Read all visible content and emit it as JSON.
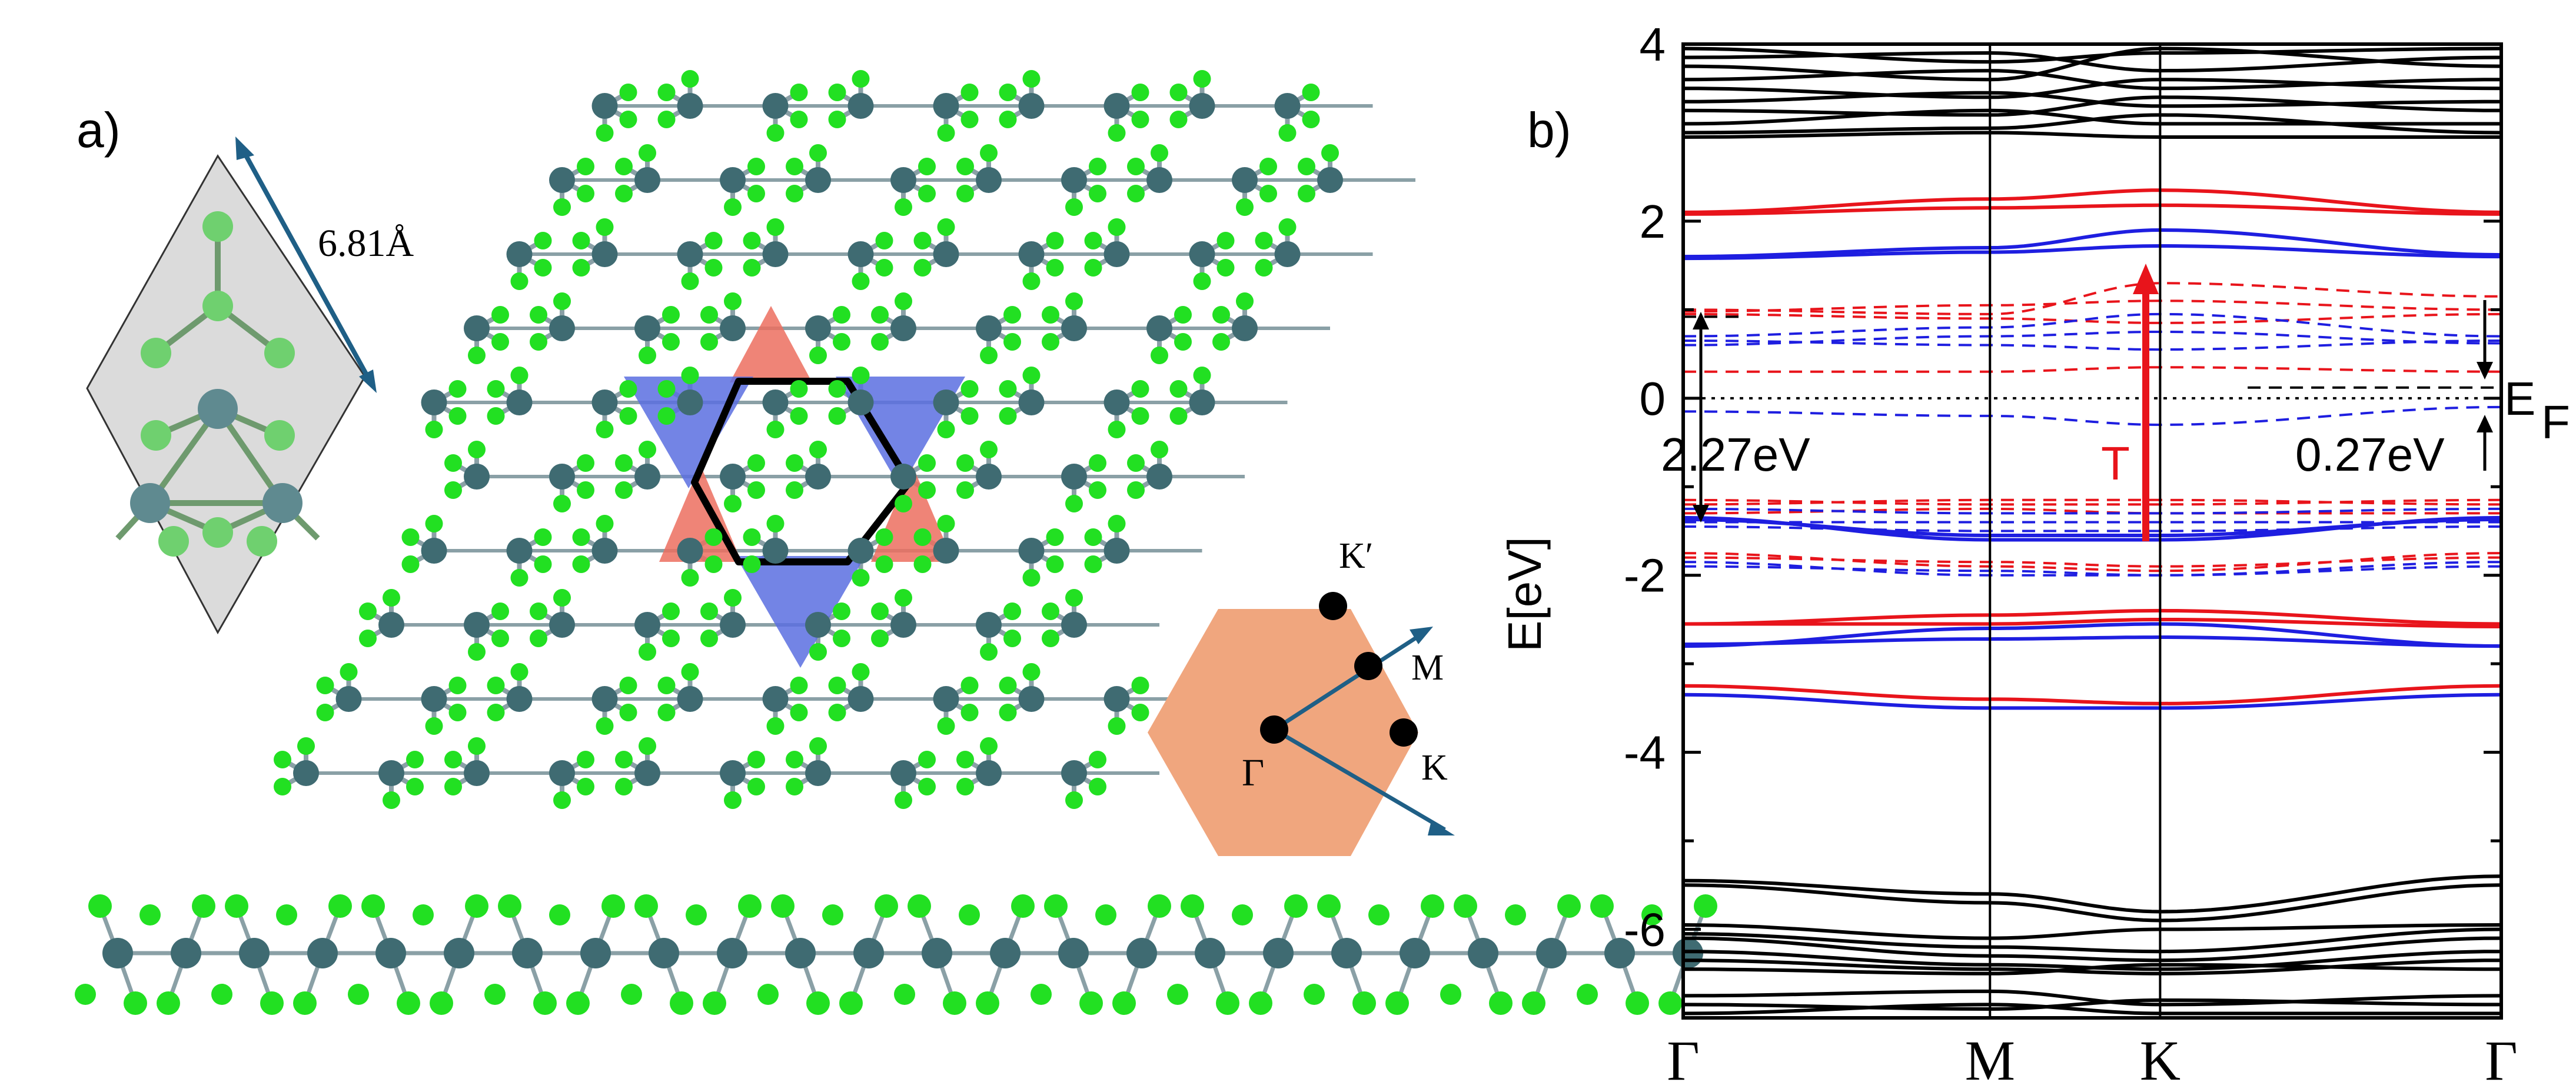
{
  "panel_a": {
    "label": "a)",
    "lattice_constant": "6.81Å",
    "bz_labels": {
      "gamma": "Γ",
      "m": "M",
      "k": "K",
      "k_prime": "K′"
    },
    "colors": {
      "metal_atom": "#3f6b72",
      "halide_atom": "#22e022",
      "bond": "#8aa0a6",
      "triangle_red": "#ec6f5f",
      "triangle_blue": "#5a6fe0",
      "hexagon": "#000000",
      "brillouin_zone": "#f0a67e",
      "lattice_arrow": "#1f5f86",
      "unit_cell": "#c8c8c8"
    }
  },
  "panel_b": {
    "label": "b)",
    "gap_left": "2.27eV",
    "gap_right": "0.27eV",
    "transition_label": "T",
    "fermi_label": "E",
    "fermi_subscript": "F",
    "chart_data": {
      "type": "line",
      "ylabel": "E[eV]",
      "xlabel": "",
      "ylim": [
        -7,
        4
      ],
      "y_ticks": [
        -6,
        -4,
        -2,
        0,
        2,
        4
      ],
      "k_points": [
        {
          "label": "Γ",
          "pos": 0.0
        },
        {
          "label": "M",
          "pos": 0.375
        },
        {
          "label": "K",
          "pos": 0.583
        },
        {
          "label": "Γ",
          "pos": 1.0
        }
      ],
      "fermi_level": 0.0,
      "series": [
        {
          "style": "solid",
          "color": "#e8141b",
          "x": [
            0,
            0.375,
            0.583,
            1
          ],
          "y": [
            2.1,
            2.25,
            2.35,
            2.1
          ]
        },
        {
          "style": "solid",
          "color": "#e8141b",
          "x": [
            0,
            0.375,
            0.583,
            1
          ],
          "y": [
            2.08,
            2.15,
            2.18,
            2.08
          ]
        },
        {
          "style": "solid",
          "color": "#1e1ee0",
          "x": [
            0,
            0.375,
            0.583,
            1
          ],
          "y": [
            1.6,
            1.7,
            1.9,
            1.62
          ]
        },
        {
          "style": "solid",
          "color": "#1e1ee0",
          "x": [
            0,
            0.375,
            0.583,
            1
          ],
          "y": [
            1.58,
            1.65,
            1.72,
            1.6
          ]
        },
        {
          "style": "solid",
          "color": "#e8141b",
          "x": [
            0,
            0.375,
            0.583,
            1
          ],
          "y": [
            -2.55,
            -2.45,
            -2.4,
            -2.55
          ]
        },
        {
          "style": "solid",
          "color": "#e8141b",
          "x": [
            0,
            0.375,
            0.583,
            1
          ],
          "y": [
            -2.55,
            -2.55,
            -2.5,
            -2.58
          ]
        },
        {
          "style": "solid",
          "color": "#1e1ee0",
          "x": [
            0,
            0.375,
            0.583,
            1
          ],
          "y": [
            -2.8,
            -2.6,
            -2.55,
            -2.8
          ]
        },
        {
          "style": "solid",
          "color": "#1e1ee0",
          "x": [
            0,
            0.375,
            0.583,
            1
          ],
          "y": [
            -2.78,
            -2.72,
            -2.7,
            -2.8
          ]
        },
        {
          "style": "solid",
          "color": "#e8141b",
          "x": [
            0,
            0.375,
            0.583,
            1
          ],
          "y": [
            -3.25,
            -3.4,
            -3.45,
            -3.25
          ]
        },
        {
          "style": "solid",
          "color": "#1e1ee0",
          "x": [
            0,
            0.375,
            0.583,
            1
          ],
          "y": [
            -3.35,
            -3.5,
            -3.5,
            -3.35
          ]
        },
        {
          "style": "solid",
          "color": "#1e1ee0",
          "x": [
            0,
            0.375,
            0.583,
            1
          ],
          "y": [
            -1.35,
            -1.6,
            -1.6,
            -1.35
          ]
        },
        {
          "style": "solid",
          "color": "#1e1ee0",
          "x": [
            0,
            0.375,
            0.583,
            1
          ],
          "y": [
            -1.37,
            -1.55,
            -1.55,
            -1.37
          ]
        },
        {
          "style": "dashed",
          "color": "#e8141b",
          "x": [
            0,
            0.375,
            0.583,
            1
          ],
          "y": [
            1.0,
            0.95,
            1.3,
            1.15
          ]
        },
        {
          "style": "dashed",
          "color": "#e8141b",
          "x": [
            0,
            0.375,
            0.583,
            1
          ],
          "y": [
            0.98,
            1.05,
            1.1,
            1.0
          ]
        },
        {
          "style": "dashed",
          "color": "#e8141b",
          "x": [
            0,
            0.375,
            0.583,
            1
          ],
          "y": [
            0.95,
            0.9,
            0.85,
            0.95
          ]
        },
        {
          "style": "dashed",
          "color": "#e8141b",
          "x": [
            0,
            0.375,
            0.583,
            1
          ],
          "y": [
            0.3,
            0.3,
            0.35,
            0.3
          ]
        },
        {
          "style": "dashed",
          "color": "#1e1ee0",
          "x": [
            0,
            0.375,
            0.583,
            1
          ],
          "y": [
            0.7,
            0.8,
            0.95,
            0.7
          ]
        },
        {
          "style": "dashed",
          "color": "#1e1ee0",
          "x": [
            0,
            0.375,
            0.583,
            1
          ],
          "y": [
            0.65,
            0.6,
            0.55,
            0.65
          ]
        },
        {
          "style": "dashed",
          "color": "#1e1ee0",
          "x": [
            0,
            0.375,
            0.583,
            1
          ],
          "y": [
            0.6,
            0.7,
            0.75,
            0.62
          ]
        },
        {
          "style": "dashed",
          "color": "#1e1ee0",
          "x": [
            0,
            0.375,
            0.583,
            1
          ],
          "y": [
            -0.15,
            -0.2,
            -0.3,
            -0.1
          ]
        },
        {
          "style": "dashed",
          "color": "#e8141b",
          "x": [
            0,
            0.375,
            0.583,
            1
          ],
          "y": [
            -1.15,
            -1.2,
            -1.2,
            -1.15
          ]
        },
        {
          "style": "dashed",
          "color": "#e8141b",
          "x": [
            0,
            0.375,
            0.583,
            1
          ],
          "y": [
            -1.2,
            -1.15,
            -1.15,
            -1.2
          ]
        },
        {
          "style": "dashed",
          "color": "#e8141b",
          "x": [
            0,
            0.375,
            0.583,
            1
          ],
          "y": [
            -1.3,
            -1.25,
            -1.3,
            -1.3
          ]
        },
        {
          "style": "dashed",
          "color": "#1e1ee0",
          "x": [
            0,
            0.375,
            0.583,
            1
          ],
          "y": [
            -1.25,
            -1.3,
            -1.3,
            -1.25
          ]
        },
        {
          "style": "dashed",
          "color": "#1e1ee0",
          "x": [
            0,
            0.375,
            0.583,
            1
          ],
          "y": [
            -1.4,
            -1.4,
            -1.4,
            -1.4
          ]
        },
        {
          "style": "dashed",
          "color": "#1e1ee0",
          "x": [
            0,
            0.375,
            0.583,
            1
          ],
          "y": [
            -1.45,
            -1.5,
            -1.5,
            -1.45
          ]
        },
        {
          "style": "dashed",
          "color": "#e8141b",
          "x": [
            0,
            0.375,
            0.583,
            1
          ],
          "y": [
            -1.75,
            -1.9,
            -1.95,
            -1.75
          ]
        },
        {
          "style": "dashed",
          "color": "#e8141b",
          "x": [
            0,
            0.375,
            0.583,
            1
          ],
          "y": [
            -1.8,
            -1.85,
            -1.9,
            -1.8
          ]
        },
        {
          "style": "dashed",
          "color": "#1e1ee0",
          "x": [
            0,
            0.375,
            0.583,
            1
          ],
          "y": [
            -1.85,
            -2.0,
            -2.0,
            -1.85
          ]
        },
        {
          "style": "dashed",
          "color": "#1e1ee0",
          "x": [
            0,
            0.375,
            0.583,
            1
          ],
          "y": [
            -1.9,
            -1.95,
            -2.0,
            -1.9
          ]
        },
        {
          "style": "dashed",
          "color": "#000000",
          "x": [
            0.0,
            0.07
          ],
          "y": [
            0.92,
            0.92
          ]
        },
        {
          "style": "dashed",
          "color": "#000000",
          "x": [
            0.69,
            1.0
          ],
          "y": [
            0.12,
            0.12
          ]
        },
        {
          "style": "solid",
          "color": "#000000",
          "x": [
            0,
            0.375,
            0.583,
            1
          ],
          "y": [
            3.95,
            3.8,
            3.9,
            3.95
          ]
        },
        {
          "style": "solid",
          "color": "#000000",
          "x": [
            0,
            0.375,
            0.583,
            1
          ],
          "y": [
            3.85,
            3.9,
            3.7,
            3.85
          ]
        },
        {
          "style": "solid",
          "color": "#000000",
          "x": [
            0,
            0.375,
            0.583,
            1
          ],
          "y": [
            3.75,
            3.6,
            3.95,
            3.75
          ]
        },
        {
          "style": "solid",
          "color": "#000000",
          "x": [
            0,
            0.375,
            0.583,
            1
          ],
          "y": [
            3.6,
            3.7,
            3.5,
            3.6
          ]
        },
        {
          "style": "solid",
          "color": "#000000",
          "x": [
            0,
            0.375,
            0.583,
            1
          ],
          "y": [
            3.5,
            3.4,
            3.6,
            3.5
          ]
        },
        {
          "style": "solid",
          "color": "#000000",
          "x": [
            0,
            0.375,
            0.583,
            1
          ],
          "y": [
            3.35,
            3.45,
            3.3,
            3.35
          ]
        },
        {
          "style": "solid",
          "color": "#000000",
          "x": [
            0,
            0.375,
            0.583,
            1
          ],
          "y": [
            3.25,
            3.2,
            3.4,
            3.25
          ]
        },
        {
          "style": "solid",
          "color": "#000000",
          "x": [
            0,
            0.375,
            0.583,
            1
          ],
          "y": [
            3.1,
            3.25,
            3.1,
            3.1
          ]
        },
        {
          "style": "solid",
          "color": "#000000",
          "x": [
            0,
            0.375,
            0.583,
            1
          ],
          "y": [
            3.0,
            3.05,
            3.2,
            3.0
          ]
        },
        {
          "style": "solid",
          "color": "#000000",
          "x": [
            0,
            0.375,
            0.583,
            1
          ],
          "y": [
            2.95,
            3.0,
            2.95,
            2.95
          ]
        },
        {
          "style": "solid",
          "color": "#000000",
          "x": [
            0,
            0.375,
            0.583,
            1
          ],
          "y": [
            -5.45,
            -5.6,
            -5.8,
            -5.4
          ]
        },
        {
          "style": "solid",
          "color": "#000000",
          "x": [
            0,
            0.375,
            0.583,
            1
          ],
          "y": [
            -5.5,
            -5.7,
            -5.9,
            -5.5
          ]
        },
        {
          "style": "solid",
          "color": "#000000",
          "x": [
            0,
            0.375,
            0.583,
            1
          ],
          "y": [
            -5.95,
            -6.1,
            -6.0,
            -5.95
          ]
        },
        {
          "style": "solid",
          "color": "#000000",
          "x": [
            0,
            0.375,
            0.583,
            1
          ],
          "y": [
            -6.05,
            -6.2,
            -6.25,
            -6.0
          ]
        },
        {
          "style": "solid",
          "color": "#000000",
          "x": [
            0,
            0.375,
            0.583,
            1
          ],
          "y": [
            -6.1,
            -6.3,
            -6.35,
            -6.1
          ]
        },
        {
          "style": "solid",
          "color": "#000000",
          "x": [
            0,
            0.375,
            0.583,
            1
          ],
          "y": [
            -6.25,
            -6.4,
            -6.45,
            -6.25
          ]
        },
        {
          "style": "solid",
          "color": "#000000",
          "x": [
            0,
            0.375,
            0.583,
            1
          ],
          "y": [
            -6.35,
            -6.45,
            -6.5,
            -6.35
          ]
        },
        {
          "style": "solid",
          "color": "#000000",
          "x": [
            0,
            0.375,
            0.583,
            1
          ],
          "y": [
            -6.45,
            -6.5,
            -6.4,
            -6.45
          ]
        },
        {
          "style": "solid",
          "color": "#000000",
          "x": [
            0,
            0.375,
            0.583,
            1
          ],
          "y": [
            -6.75,
            -6.7,
            -6.85,
            -6.75
          ]
        },
        {
          "style": "solid",
          "color": "#000000",
          "x": [
            0,
            0.375,
            0.583,
            1
          ],
          "y": [
            -6.85,
            -6.9,
            -6.8,
            -6.85
          ]
        },
        {
          "style": "solid",
          "color": "#000000",
          "x": [
            0,
            0.375,
            0.583,
            1
          ],
          "y": [
            -6.95,
            -6.85,
            -6.95,
            -6.95
          ]
        }
      ]
    }
  }
}
